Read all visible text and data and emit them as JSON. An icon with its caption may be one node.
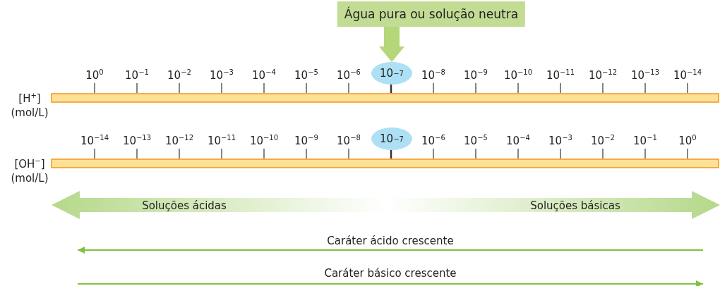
{
  "diagram": {
    "nodes": [
      {
        "text": [
          "Água pura ou solução neutra"
        ]
      },
      {
        "text": [
          "10$^{−7}$"
        ]
      },
      {
        "text": [
          "10$^{−7}$"
        ]
      }
    ],
    "edges": [
      {
        "from": 0,
        "to": 1,
        "arrow": "to"
      }
    ],
    "labels": [
      "[H$^{+}$]",
      "(mol/L)",
      "10$^{0}$",
      "10$^{−1}$",
      "10$^{−2}$",
      "10$^{−3}$",
      "10$^{−4}$",
      "10$^{−5}$",
      "10$^{−6}$",
      "10$^{−8}$",
      "10$^{−9}$",
      "10$^{−10}$",
      "10$^{−11}$",
      "10$^{−12}$",
      "10$^{−13}$",
      "10$^{−14}$",
      "[OH$^{−}$]",
      "(mol/L)",
      "10$^{−14}$",
      "10$^{−13}$",
      "10$^{−12}$",
      "10$^{−11}$",
      "10$^{−10}$",
      "10$^{−9}$",
      "10$^{−8}$",
      "10$^{−6}$",
      "10$^{−5}$",
      "10$^{−4}$",
      "10$^{−3}$",
      "10$^{−2}$",
      "10$^{−1}$",
      "10$^{0}$",
      "Soluções ácidas",
      "Soluções básicas",
      "Caráter ácido crescente",
      "Caráter básico crescente"
    ]
  }
}
